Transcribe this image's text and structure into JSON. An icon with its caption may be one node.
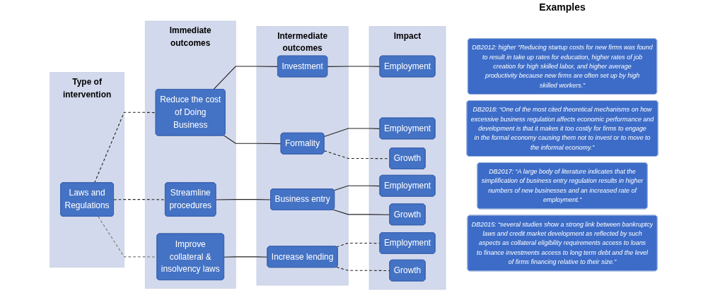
{
  "diagram": {
    "nodes": [
      {
        "text": [
          "Type of intervention"
        ]
      },
      {
        "text": [
          "Immediate outcomes"
        ]
      },
      {
        "text": [
          "Intermediate outcomes"
        ]
      },
      {
        "text": [
          "Impact"
        ]
      },
      {
        "text": [
          "Laws and Regulations"
        ],
        "in": 0
      },
      {
        "text": [
          "Reduce the cost of Doing Business"
        ],
        "in": 1
      },
      {
        "text": [
          "Streamline procedures"
        ],
        "in": 1
      },
      {
        "text": [
          "Improve collateral & insolvency laws"
        ],
        "in": 1
      },
      {
        "text": [
          "Investment"
        ],
        "in": 2
      },
      {
        "text": [
          "Formality"
        ],
        "in": 2
      },
      {
        "text": [
          "Business entry"
        ],
        "in": 2
      },
      {
        "text": [
          "Increase lending"
        ],
        "in": 2
      },
      {
        "text": [
          "Employment"
        ],
        "in": 3
      },
      {
        "text": [
          "Employment"
        ],
        "in": 3
      },
      {
        "text": [
          "Growth"
        ],
        "in": 3
      },
      {
        "text": [
          "Employment"
        ],
        "in": 3
      },
      {
        "text": [
          "Growth"
        ],
        "in": 3
      },
      {
        "text": [
          "Employment"
        ],
        "in": 3
      },
      {
        "text": [
          "Growth"
        ],
        "in": 3
      },
      {
        "text": [
          "DB2012: higher “Reducing startup costs for new firms was found to result in take up rates for education, higher rates of job creation for high skilled labor, and higher average productivity because new firms are often set up by high skilled workers.”"
        ]
      },
      {
        "text": [
          "DB2018: “One of the most cited theoretical mechanisms on how excessive business regulation affects economic performance and development is that it makes it too costly for firms to engage in the formal economy causing them not to invest or to move to the informal economy.”"
        ]
      },
      {
        "text": [
          "DB2017: “A large body of literature indicates that the simplification of business entry regulation results in higher numbers of new businesses and an increased rate of employment.”"
        ]
      },
      {
        "text": [
          "DB2015: “several studies show a strong link between bankruptcy laws and credit market development as reflected by such aspects as collateral eligibility requirements access to loans to finance investments access to long term debt and the level of firms financing relative to their size.”"
        ]
      }
    ],
    "edges": [
      {
        "from": 4,
        "to": 5,
        "arrow": "none",
        "style": "dashed"
      },
      {
        "from": 4,
        "to": 6,
        "arrow": "none",
        "style": "dashed"
      },
      {
        "from": 4,
        "to": 7,
        "arrow": "none",
        "style": "dashed",
        "color": "#777777"
      },
      {
        "from": 5,
        "to": 8,
        "arrow": "none"
      },
      {
        "from": 5,
        "to": 9,
        "arrow": "none"
      },
      {
        "from": 6,
        "to": 10,
        "arrow": "none"
      },
      {
        "from": 7,
        "to": 11,
        "arrow": "none"
      },
      {
        "from": 8,
        "to": 12,
        "arrow": "none"
      },
      {
        "from": 9,
        "to": 13,
        "arrow": "none"
      },
      {
        "from": 9,
        "to": 14,
        "arrow": "none",
        "style": "dashed"
      },
      {
        "from": 10,
        "to": 15,
        "arrow": "none"
      },
      {
        "from": 10,
        "to": 16,
        "arrow": "none"
      },
      {
        "from": 11,
        "to": 17,
        "arrow": "none",
        "style": "dashed"
      },
      {
        "from": 11,
        "to": 18,
        "arrow": "none",
        "style": "dashed"
      }
    ],
    "labels": [
      "Examples"
    ]
  }
}
